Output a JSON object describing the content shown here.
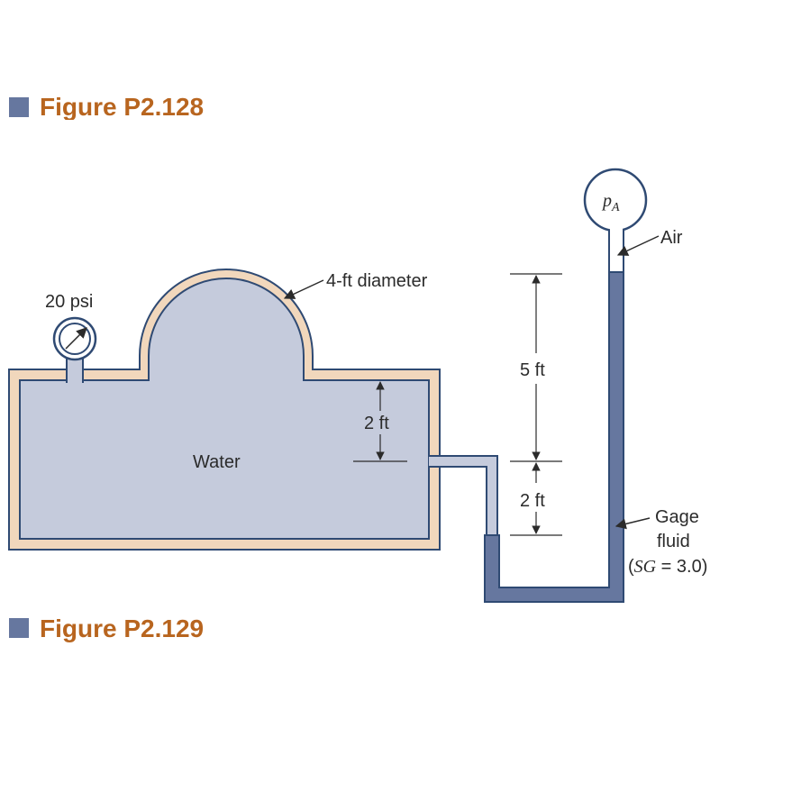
{
  "figure": {
    "caption": "Figure P2.129",
    "top_caption_fragment": "Figure P2.128",
    "labels": {
      "gauge_pressure": "20 psi",
      "dome_diameter": "4-ft diameter",
      "water": "Water",
      "depth_2ft": "2 ft",
      "height_5ft": "5 ft",
      "height_2ft": "2 ft",
      "pressure_symbol_main": "p",
      "pressure_symbol_sub": "A",
      "air": "Air",
      "gage_fluid_line1": "Gage",
      "gage_fluid_line2": "fluid",
      "sg_open": "(",
      "sg_symbol": "SG",
      "sg_value": " = 3.0)"
    },
    "colors": {
      "water_fill": "#c5cbdc",
      "tank_wall": "#f1d7bc",
      "outline": "#2f4a73",
      "gage_fluid": "#66779f",
      "caption_square": "#66779f",
      "caption_text": "#b8651f"
    }
  }
}
